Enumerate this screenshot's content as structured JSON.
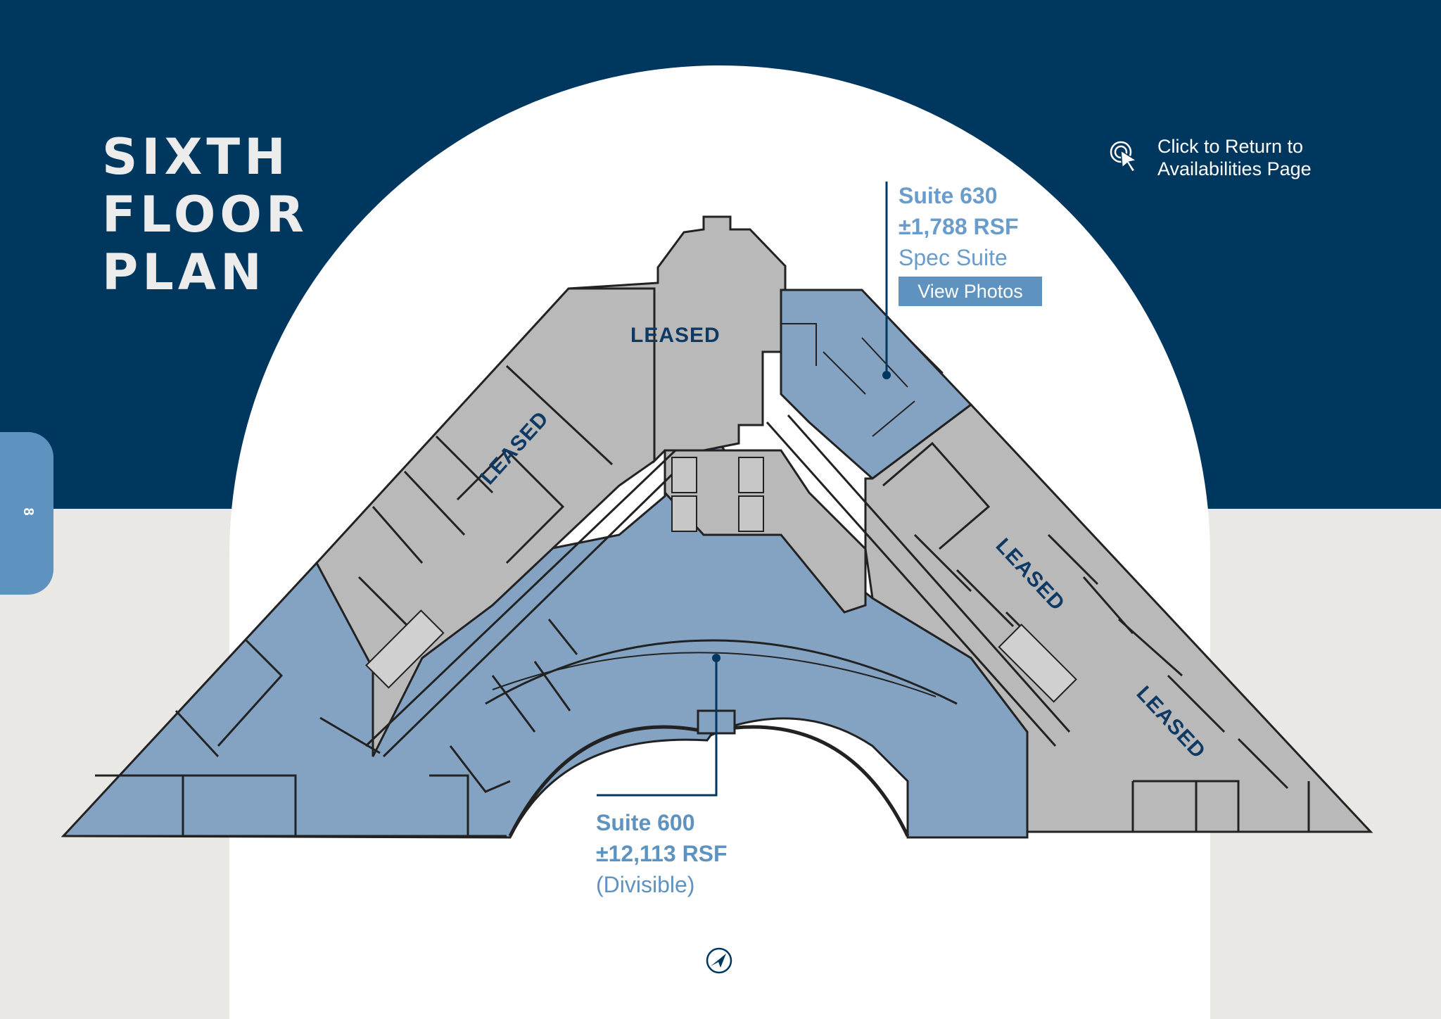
{
  "page": {
    "title_lines": [
      "SIXTH",
      "FLOOR",
      "PLAN"
    ],
    "page_number": "8"
  },
  "nav": {
    "return_icon": "pointer-click-icon",
    "return_line1": "Click to Return to",
    "return_line2": "Availabilities Page"
  },
  "suites": {
    "s630": {
      "name": "Suite 630",
      "rsf": "±1,788 RSF",
      "type": "Spec Suite",
      "button": "View Photos"
    },
    "s600": {
      "name": "Suite 600",
      "rsf": "±12,113 RSF",
      "note": "(Divisible)"
    }
  },
  "labels": {
    "leased_top": "LEASED",
    "leased_left": "LEASED",
    "leased_right_upper": "LEASED",
    "leased_right_lower": "LEASED"
  },
  "compass_icon": "north-arrow-icon",
  "colors": {
    "navy": "#00375e",
    "light_gray_bg": "#e9e8e5",
    "available_blue": "#84a3c3",
    "leased_gray": "#b9b9ba",
    "accent_blue": "#5f93bf",
    "label_navy": "#0e3a64"
  }
}
